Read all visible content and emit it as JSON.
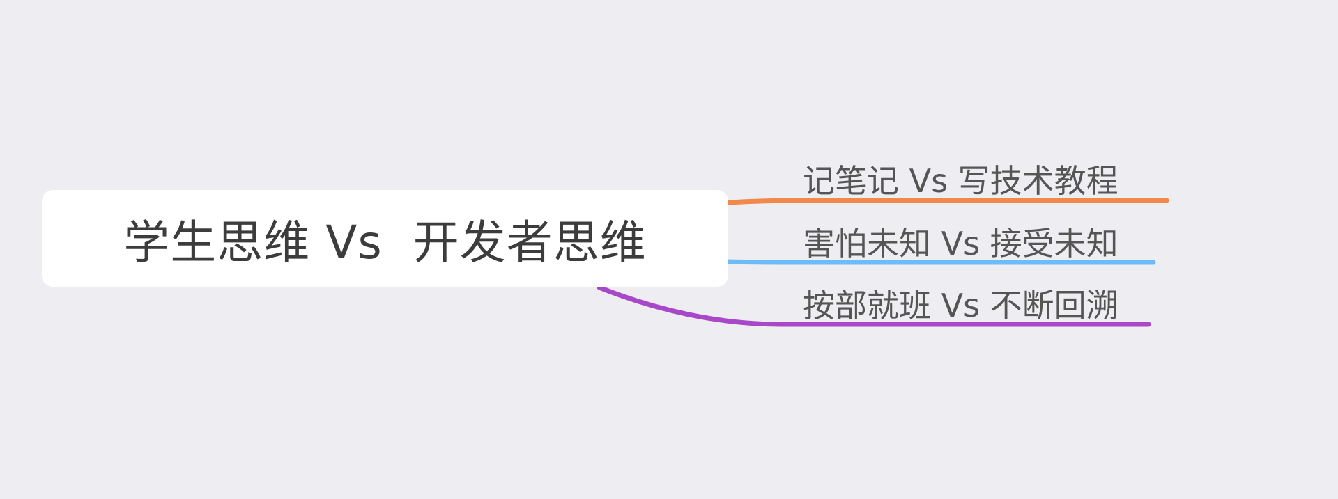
{
  "mindmap": {
    "root": {
      "label": "学生思维 Vs  开发者思维"
    },
    "branches": [
      {
        "label": "记笔记 Vs 写技术教程",
        "color": "#f0894a"
      },
      {
        "label": "害怕未知 Vs 接受未知",
        "color": "#6bbcf7"
      },
      {
        "label": "按部就班 Vs 不断回溯",
        "color": "#a848c8"
      }
    ]
  }
}
